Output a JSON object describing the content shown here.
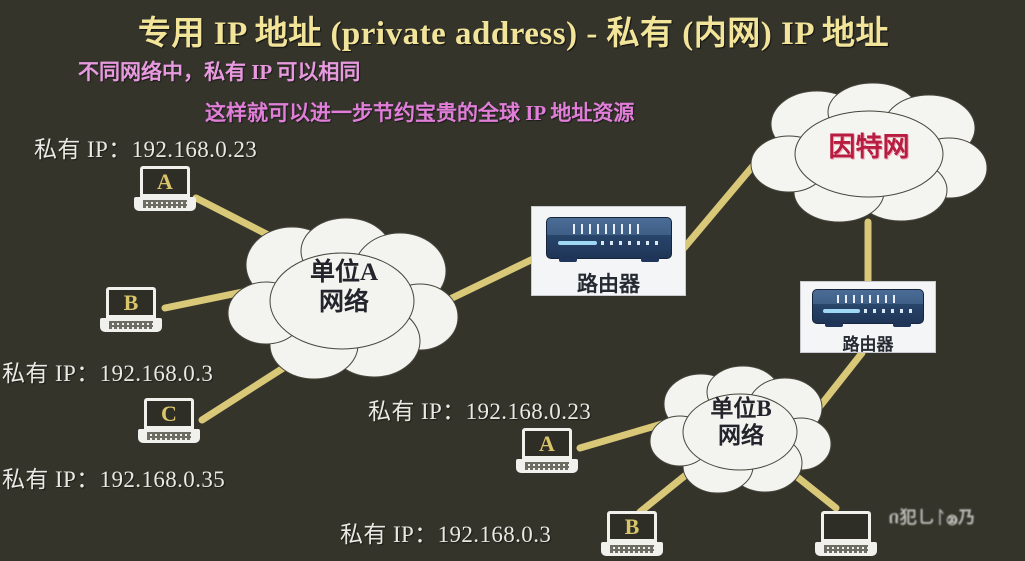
{
  "slide": {
    "title": "专用 IP 地址 (private address) - 私有 (内网) IP 地址",
    "subtitle_1": "不同网络中，私有 IP 可以相同",
    "subtitle_2": "这样就可以进一步节约宝贵的全球 IP 地址资源",
    "background_color": "#35342b",
    "title_color": "#f2e59a",
    "subtitle_color": "#e07ed8",
    "link_color": "#d8c878",
    "watermark": "በ犯乚ᛚ⑳乃"
  },
  "clouds": {
    "unit_a": {
      "label_line1": "单位A",
      "label_line2": "网络",
      "text_color": "#24242c"
    },
    "unit_b": {
      "label_line1": "单位B",
      "label_line2": "网络",
      "text_color": "#24242c"
    },
    "internet": {
      "label": "因特网",
      "text_color": "#b81c40"
    }
  },
  "routers": [
    {
      "label": "路由器",
      "name": "router-internet-left"
    },
    {
      "label": "路由器",
      "name": "router-internet-right"
    }
  ],
  "hosts": {
    "unit_a": [
      {
        "glyph": "A",
        "ip_label": "私有 IP：192.168.0.23"
      },
      {
        "glyph": "B",
        "ip_label": "私有 IP：192.168.0.3"
      },
      {
        "glyph": "C",
        "ip_label": "私有 IP：192.168.0.35"
      }
    ],
    "unit_b": [
      {
        "glyph": "A",
        "ip_label": "私有 IP：192.168.0.23"
      },
      {
        "glyph": "B",
        "ip_label": "私有 IP：192.168.0.3"
      },
      {
        "glyph": "",
        "ip_label": ""
      }
    ]
  }
}
